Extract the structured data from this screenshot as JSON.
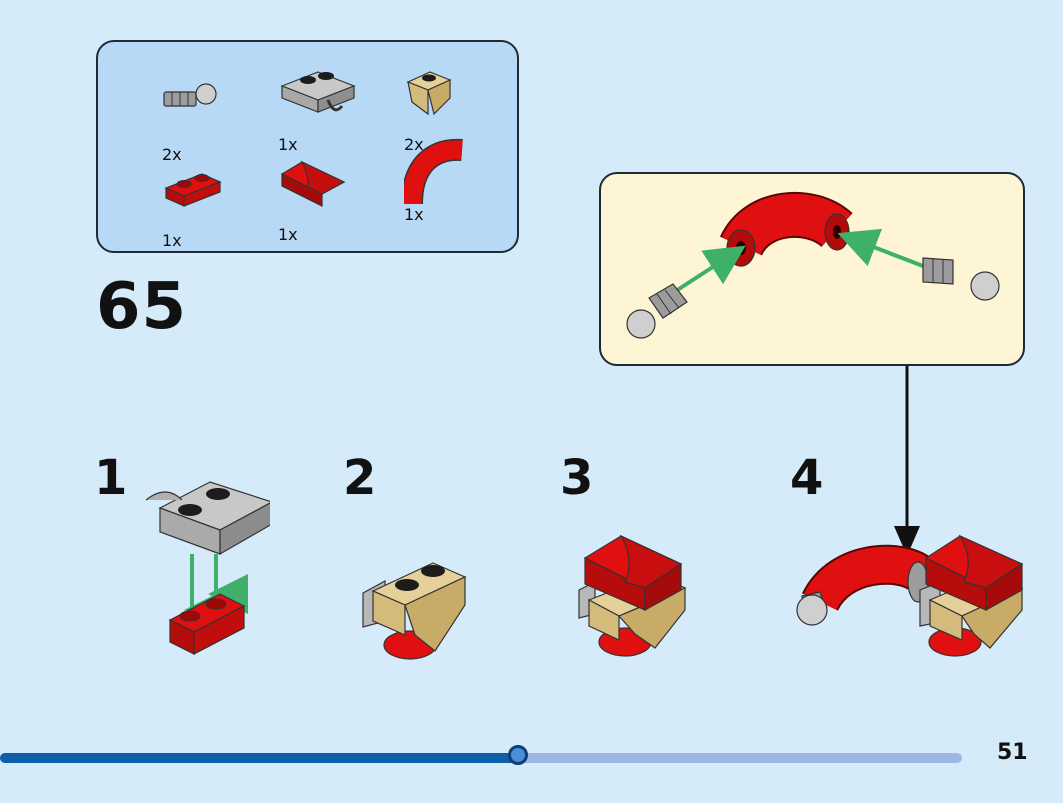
{
  "parts": [
    {
      "name": "ball-joint-pin",
      "qty": "2x"
    },
    {
      "name": "gray-clip-plate",
      "qty": "1x"
    },
    {
      "name": "tan-tooth-plate",
      "qty": "2x"
    },
    {
      "name": "red-plate-1x2",
      "qty": "1x"
    },
    {
      "name": "red-slope-curve",
      "qty": "1x"
    },
    {
      "name": "red-arch-tube",
      "qty": "1x"
    }
  ],
  "step": {
    "number": "65"
  },
  "substeps": [
    {
      "label": "1"
    },
    {
      "label": "2"
    },
    {
      "label": "3"
    },
    {
      "label": "4"
    }
  ],
  "progress": {
    "fraction": 0.538
  },
  "page": {
    "number": "51"
  },
  "colors": {
    "background": "#d6ebfa",
    "parts_box": "#b8d9f6",
    "callout": "#fdf5d4",
    "brick_red": "#e01010",
    "brick_tan": "#e6d09a",
    "brick_gray": "#b9b9b9",
    "arrow_green": "#3fb06a",
    "progress_fill": "#0d60a8",
    "progress_track": "#9cb8e2"
  }
}
